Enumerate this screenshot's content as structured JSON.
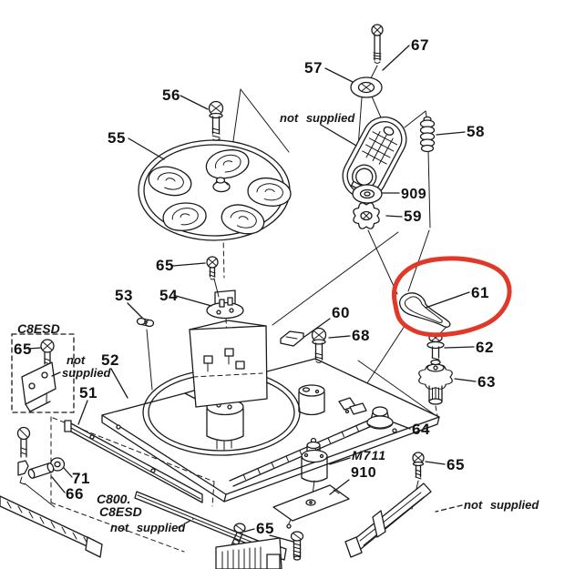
{
  "diagram": {
    "kind": "exploded-parts-diagram",
    "line_color": "#1a1a1a",
    "highlight_color": "#e0392a",
    "highlighted_part": "61"
  },
  "labels": {
    "p51": "51",
    "p52": "52",
    "p53": "53",
    "p54": "54",
    "p55": "55",
    "p56": "56",
    "p57": "57",
    "p58": "58",
    "p59": "59",
    "p60": "60",
    "p61": "61",
    "p62": "62",
    "p63": "63",
    "p64": "64",
    "p65_mid": "65",
    "p65_left": "65",
    "p65_bottom": "65",
    "p65_right": "65",
    "p66": "66",
    "p67": "67",
    "p68": "68",
    "p71": "71",
    "p909": "909",
    "p910": "910",
    "m711": "M711",
    "c8esd_box": "C8ESD",
    "c800": "C800.",
    "c8esd_bottom": "C8ESD",
    "ns_top": "not supplied",
    "ns_left_1": "not",
    "ns_left_2": "supplied",
    "ns_bottom_left": "not supplied",
    "ns_bottom_right": "not supplied"
  }
}
